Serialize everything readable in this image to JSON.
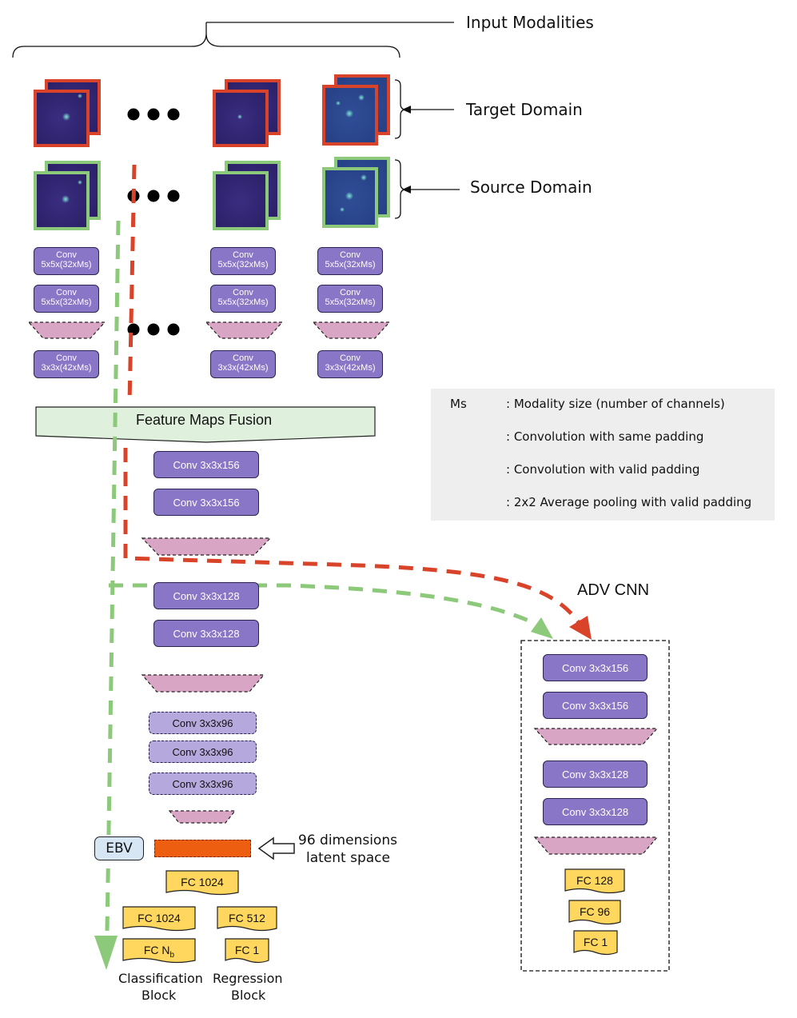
{
  "header": {
    "input_modalities": "Input Modalities",
    "target_domain": "Target Domain",
    "source_domain": "Source Domain"
  },
  "branches": {
    "conv_a_line1": "Conv",
    "conv_a_line2": "5x5x(32xMs)",
    "conv_b_line1": "Conv",
    "conv_b_line2": "3x3x(42xMs)"
  },
  "fusion": {
    "label": "Feature Maps Fusion"
  },
  "trunk": {
    "conv156": "Conv 3x3x156",
    "conv128": "Conv 3x3x128",
    "conv96": "Conv 3x3x96",
    "ebv": "EBV",
    "latent_line1": "96 dimensions",
    "latent_line2": "latent space",
    "fc1024_top": "FC 1024",
    "fc1024_cls": "FC 1024",
    "fc_nb": "FC N",
    "fc_nb_sub": "b",
    "fc512": "FC 512",
    "fc1": "FC 1",
    "classification_line1": "Classification",
    "classification_line2": "Block",
    "regression_line1": "Regression",
    "regression_line2": "Block"
  },
  "adv": {
    "title": "ADV CNN",
    "conv156": "Conv 3x3x156",
    "conv128": "Conv 3x3x128",
    "fc128": "FC 128",
    "fc96": "FC 96",
    "fc1": "FC 1"
  },
  "legend": {
    "ms_key": "Ms",
    "ms_desc": ": Modality size (number of channels)",
    "same_desc": ": Convolution with same padding",
    "valid_desc": ": Convolution with valid padding",
    "pool_desc": ": 2x2 Average pooling with valid padding"
  },
  "colors": {
    "conv_same": "#8a76c6",
    "conv_valid": "#b5a8dc",
    "pooling": "#d8a6c4",
    "fc": "#ffd75e",
    "target_border": "#d9432a",
    "source_border": "#8cc97a",
    "latent": "#ee5e10",
    "ebv": "#d6e6f5",
    "fusion": "#dff0dc",
    "red_arrow": "#d9432a",
    "green_arrow": "#8cc97a"
  }
}
